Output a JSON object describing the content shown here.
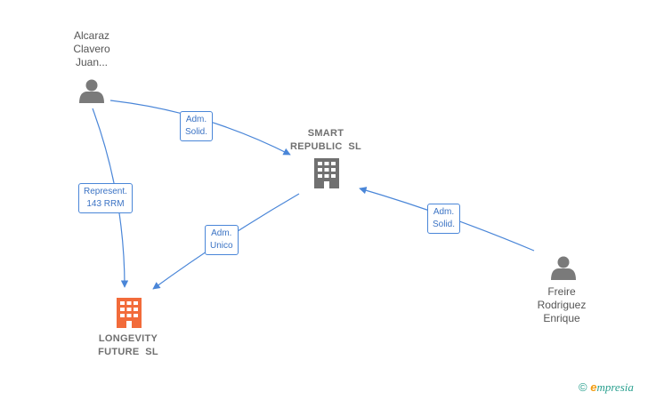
{
  "colors": {
    "edge": "#4a86d8",
    "person_icon": "#7a7a7a",
    "company_main": "#f26b3a",
    "company_other": "#707070"
  },
  "nodes": {
    "alcaraz": {
      "lines": [
        "Alcaraz",
        "Clavero",
        "Juan..."
      ],
      "icon": "person-icon"
    },
    "freire": {
      "lines": [
        "Freire",
        "Rodriguez",
        "Enrique"
      ],
      "icon": "person-icon"
    },
    "smart": {
      "lines": [
        "SMART",
        "REPUBLIC  SL"
      ],
      "icon": "building-icon"
    },
    "longevity": {
      "lines": [
        "LONGEVITY",
        "FUTURE  SL"
      ],
      "icon": "building-icon"
    }
  },
  "edges": {
    "alcaraz_smart": [
      "Adm.",
      "Solid."
    ],
    "alcaraz_longevity": [
      "Represent.",
      "143 RRM"
    ],
    "smart_longevity": [
      "Adm.",
      "Unico"
    ],
    "freire_smart": [
      "Adm.",
      "Solid."
    ]
  },
  "brand": {
    "copyright": "©",
    "e": "e",
    "rest": "mpresia"
  }
}
